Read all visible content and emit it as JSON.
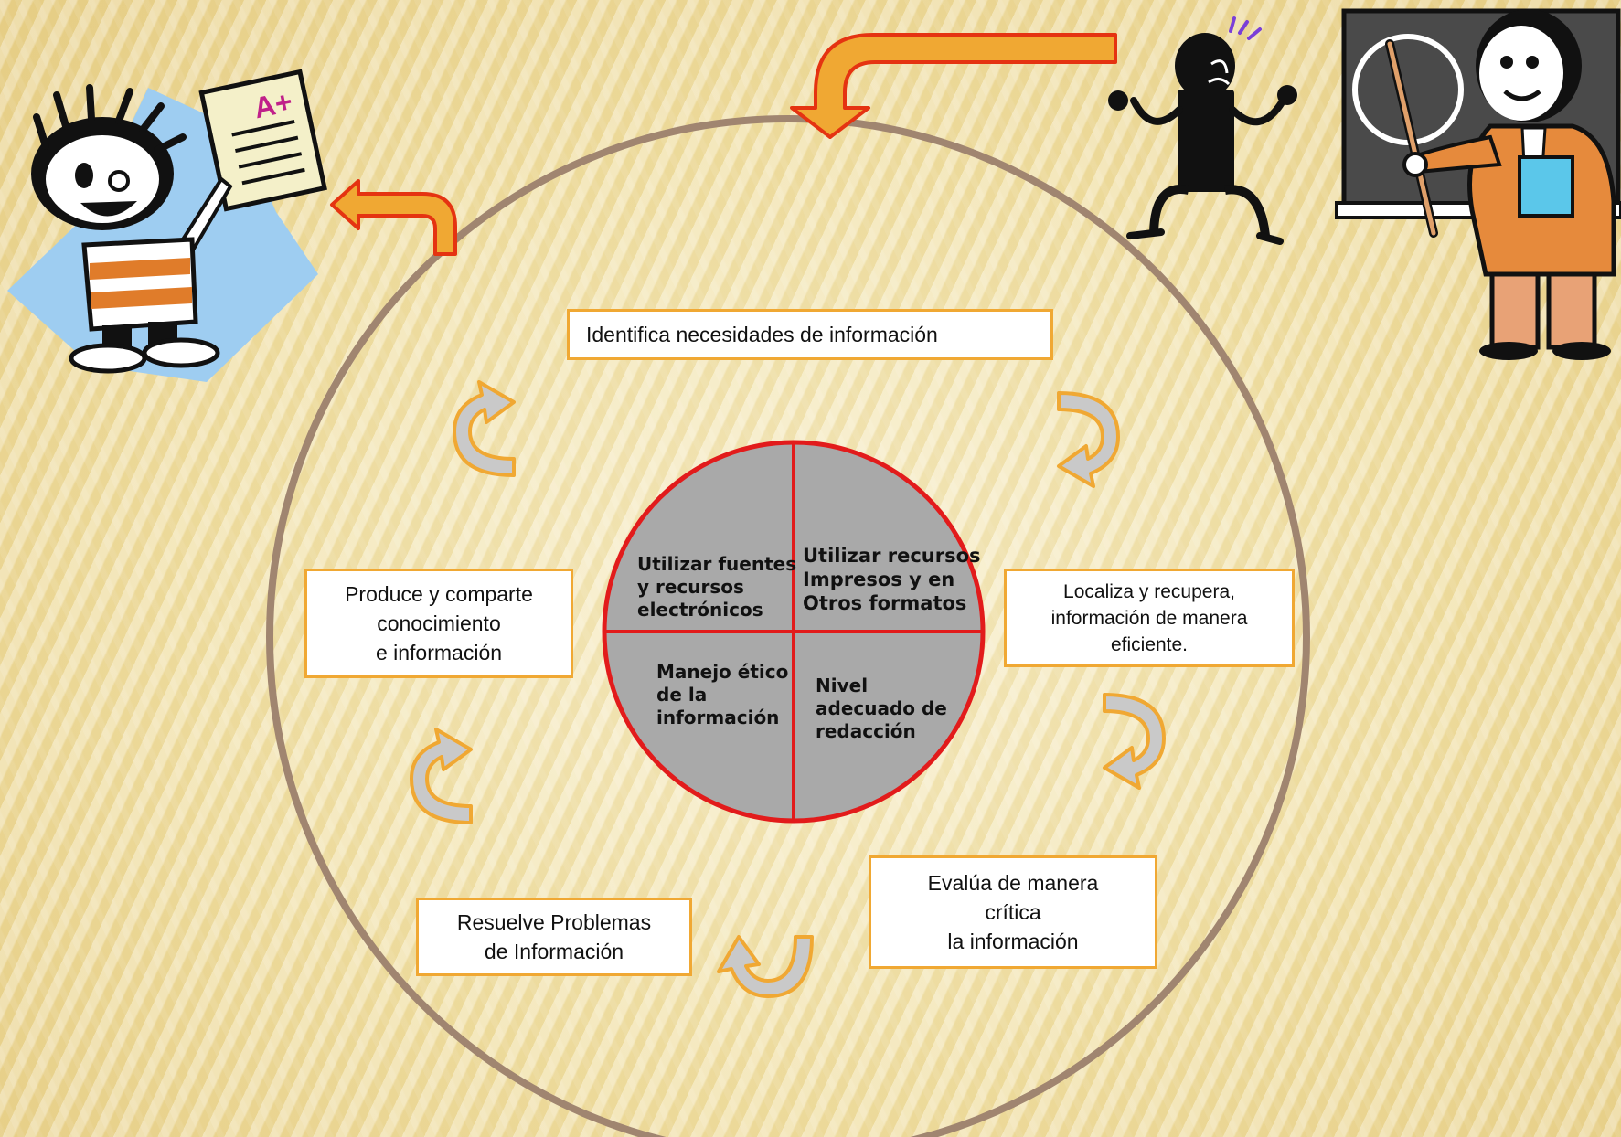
{
  "colors": {
    "ring": "#a08570",
    "box_border": "#f0a833",
    "center_fill": "#a9a9a9",
    "center_stroke": "#e21b1b",
    "arrow_fill": "#f0a833",
    "arrow_edge": "#e53311"
  },
  "steps": {
    "identifica": "Identifica necesidades de información",
    "localiza": "Localiza y recupera,\ninformación de manera\neficiente.",
    "evalua": "Evalúa de manera\ncrítica\nla información",
    "resuelve": "Resuelve Problemas\nde Información",
    "produce": "Produce y comparte\nconocimiento\ne información"
  },
  "center": {
    "q1": "Utilizar fuentes\n y recursos\n electrónicos",
    "q2": "Utilizar recursos\nImpresos y en\nOtros formatos",
    "q3": "Manejo ético\n de la\n información",
    "q4": "Nivel\nadecuado de\nredacción"
  },
  "illustrations": {
    "grade_badge": "A+",
    "student": "student-holding-graded-paper",
    "confused_figure": "confused-person-silhouette",
    "teacher": "teacher-at-blackboard"
  }
}
